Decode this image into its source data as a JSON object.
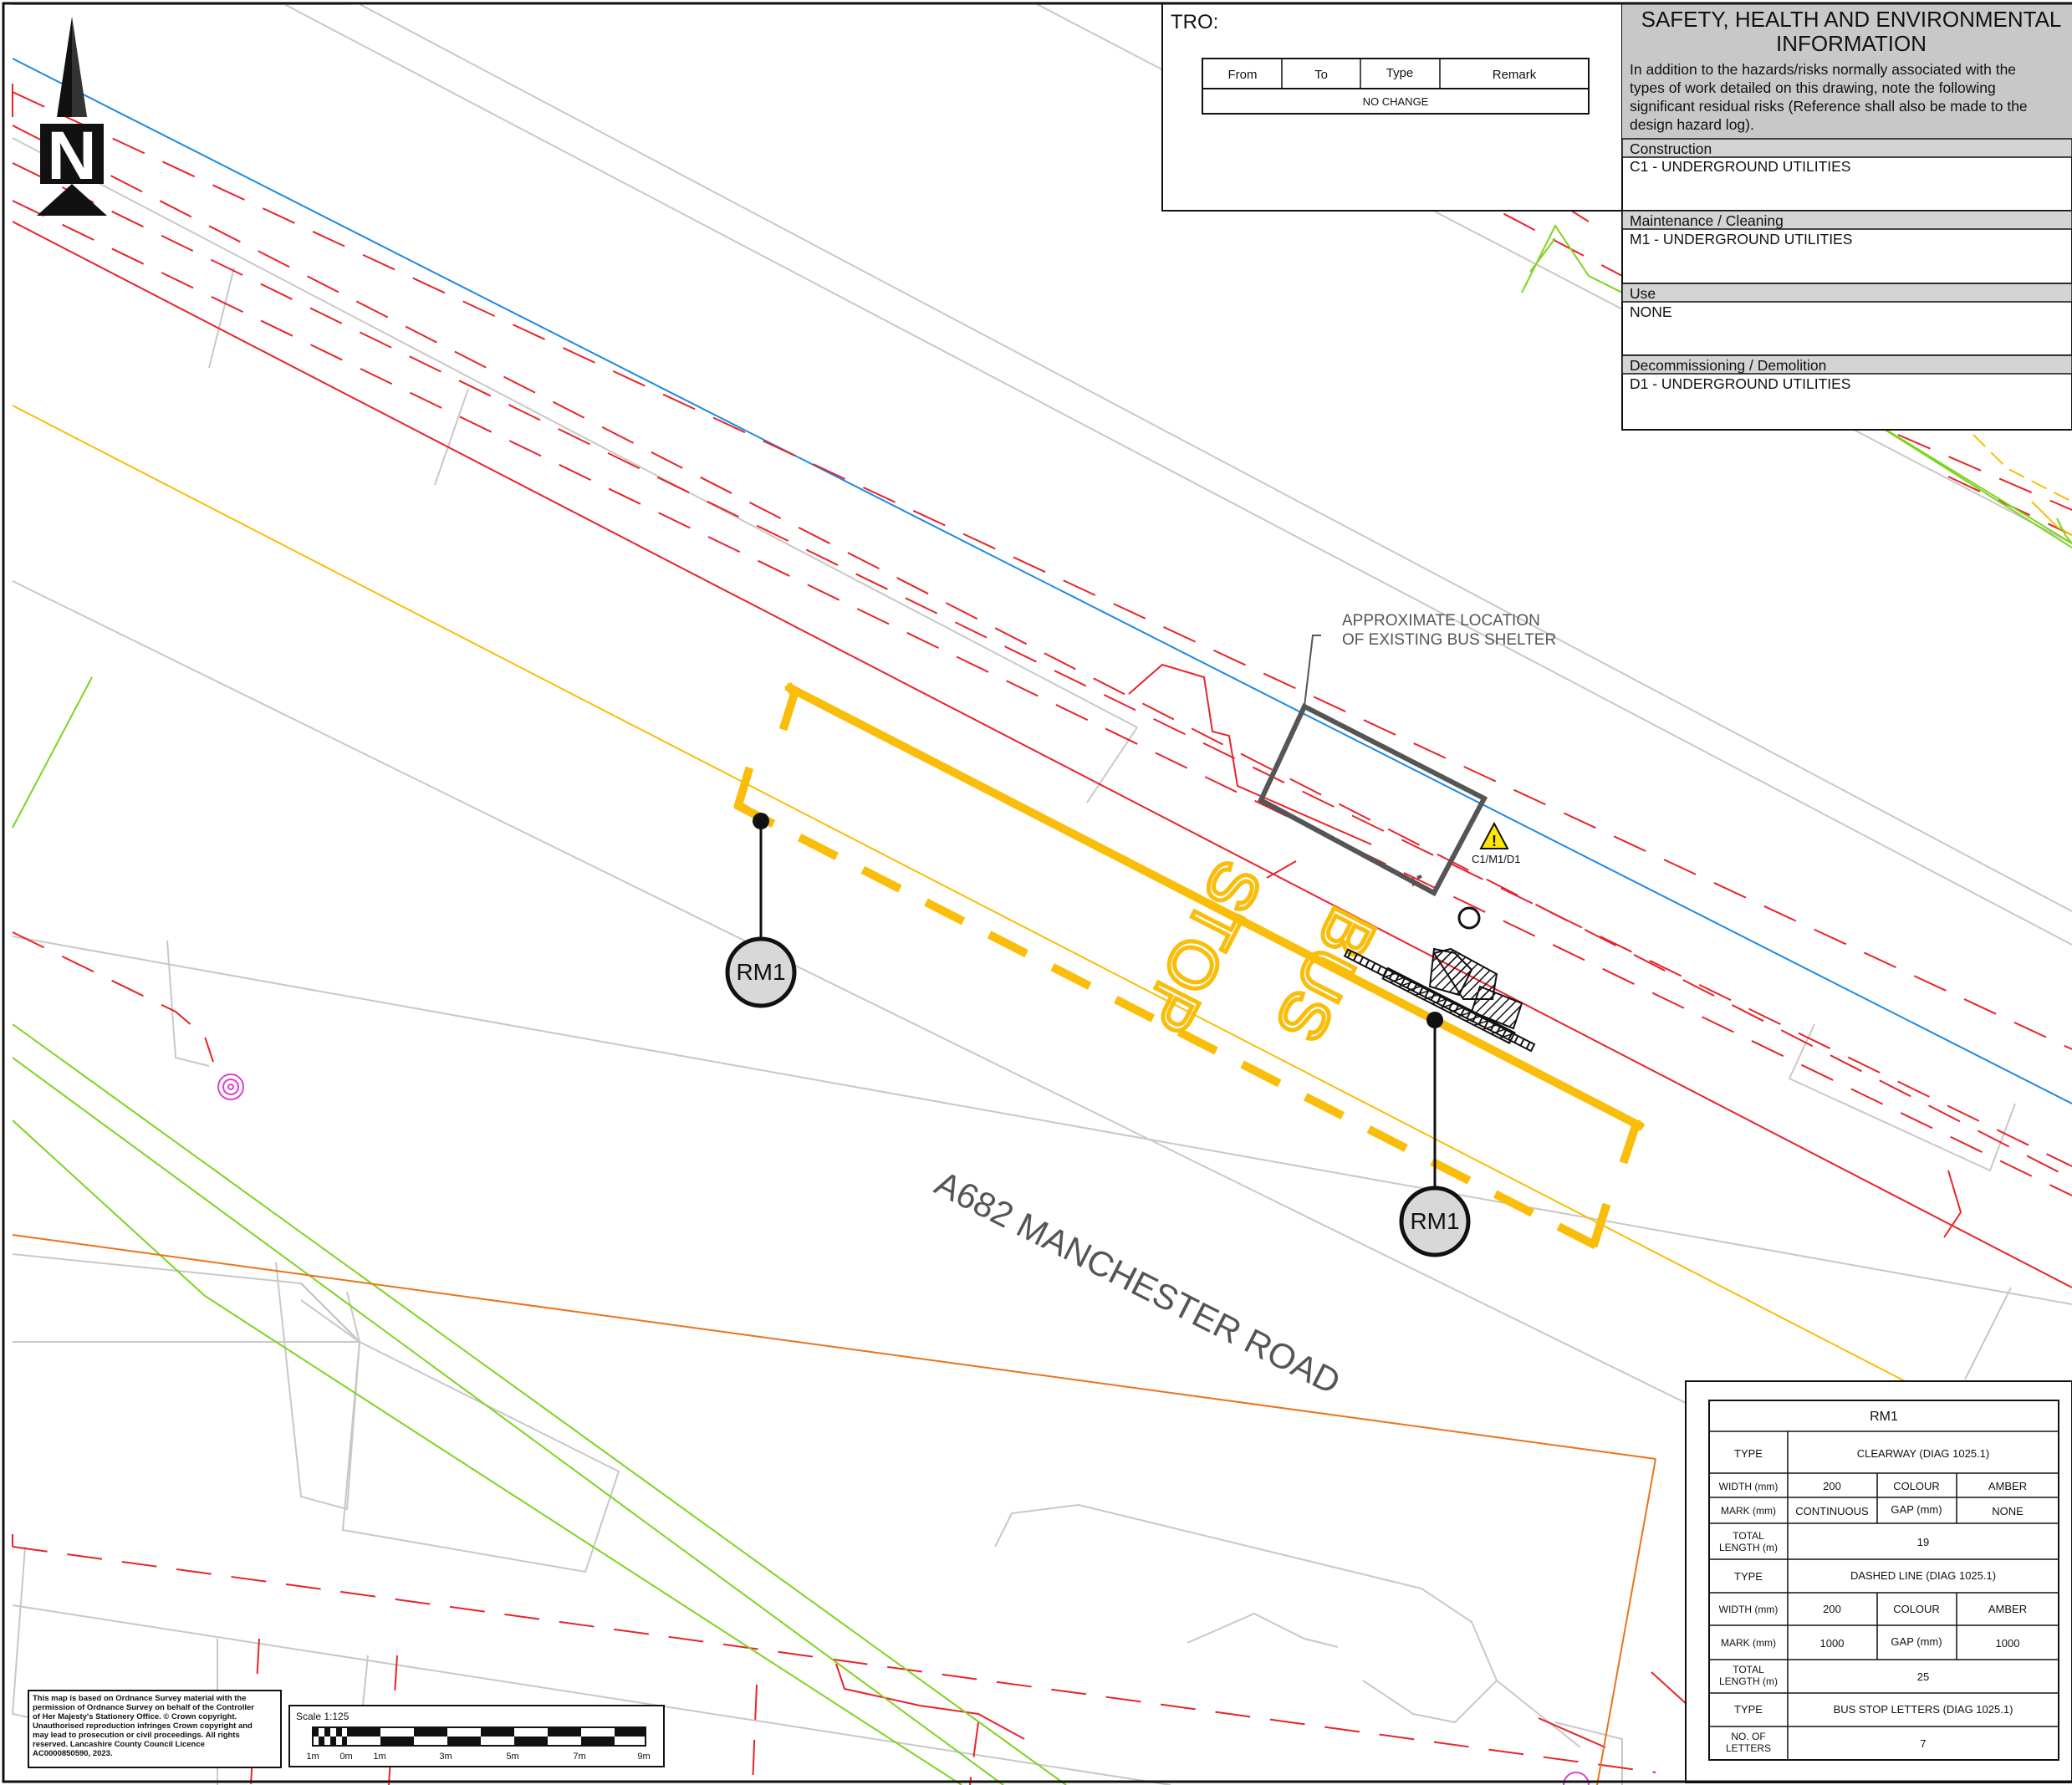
{
  "tro": {
    "title": "TRO:",
    "headers": [
      "From",
      "To",
      "Type",
      "Remark"
    ],
    "row": "NO CHANGE"
  },
  "sheinfo": {
    "title_line1": "SAFETY, HEALTH AND ENVIRONMENTAL",
    "title_line2": "INFORMATION",
    "intro_lines": [
      "In addition to the hazards/risks normally associated with the",
      "types of work detailed on this drawing, note the following",
      "significant residual risks (Reference shall also be made to the",
      "design hazard log)."
    ],
    "sections": [
      {
        "heading": "Construction",
        "value": "C1 - UNDERGROUND UTILITIES"
      },
      {
        "heading": "Maintenance / Cleaning",
        "value": "M1 - UNDERGROUND UTILITIES"
      },
      {
        "heading": "Use",
        "value": "NONE"
      },
      {
        "heading": "Decommissioning / Demolition",
        "value": "D1 - UNDERGROUND UTILITIES"
      }
    ]
  },
  "plan": {
    "north_letter": "N",
    "shelter_note_line1": "APPROXIMATE LOCATION",
    "shelter_note_line2": "OF EXISTING BUS SHELTER",
    "hazard_ref": "C1/M1/D1",
    "marker_label_left": "RM1",
    "marker_label_right": "RM1",
    "road_name": "A682 MANCHESTER ROAD",
    "road_word1": "BUS",
    "road_word2": "STOP"
  },
  "rm1_table": {
    "title": "RM1",
    "type_label": "TYPE",
    "width_label": "WIDTH (mm)",
    "colour_label": "COLOUR",
    "mark_label": "MARK (mm)",
    "gap_label": "GAP (mm)",
    "total_label_1": "TOTAL",
    "total_label_2": "LENGTH (m)",
    "letters_label_1": "NO. OF",
    "letters_label_2": "LETTERS",
    "clearway": {
      "type": "CLEARWAY (DIAG 1025.1)",
      "width": "200",
      "colour": "AMBER",
      "mark": "CONTINUOUS",
      "gap": "NONE",
      "total": "19"
    },
    "dashed": {
      "type": "DASHED LINE (DIAG 1025.1)",
      "width": "200",
      "colour": "AMBER",
      "mark": "1000",
      "gap": "1000",
      "total": "25"
    },
    "letters": {
      "type": "BUS STOP LETTERS (DIAG 1025.1)",
      "count": "7"
    }
  },
  "copyright_lines": [
    "This map is based on Ordnance Survey material with the",
    "permission of Ordnance Survey on behalf of the Controller",
    "of Her Majesty's Stationery Office. © Crown copyright.",
    "Unauthorised reproduction infringes Crown copyright and",
    "may lead to prosecution or civil proceedings. All rights",
    "reserved. Lancashire County Council Licence",
    "AC0000850590, 2023."
  ],
  "scale_bar": {
    "label": "Scale  1:125",
    "ticks": [
      "1m",
      "0m",
      "1m",
      "3m",
      "5m",
      "7m",
      "9m"
    ]
  },
  "colors": {
    "kerb_red": "#e8232a",
    "blue_line": "#1e88e5",
    "amber": "#f9bd0a",
    "green": "#7ed321",
    "orange": "#e8741c",
    "grey": "#c8c8c8",
    "shelter": "#555555",
    "magenta": "#e040d0"
  }
}
